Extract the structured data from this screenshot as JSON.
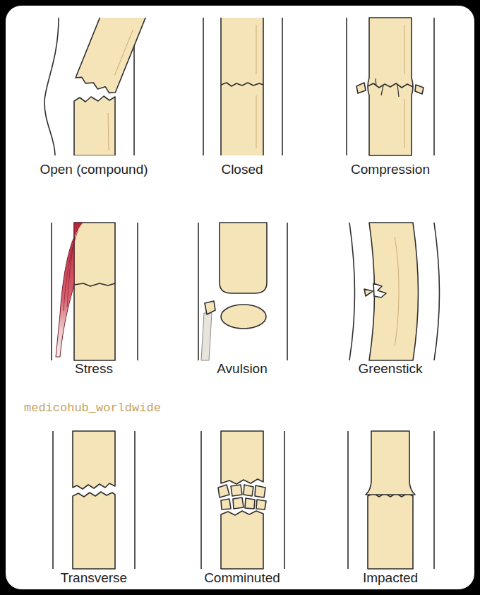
{
  "diagram": {
    "labels": [
      "Open (compound)",
      "Closed",
      "Compression",
      "Stress",
      "Avulsion",
      "Greenstick",
      "medicohub_worldwide",
      "Transverse",
      "Comminuted",
      "Impacted"
    ]
  }
}
